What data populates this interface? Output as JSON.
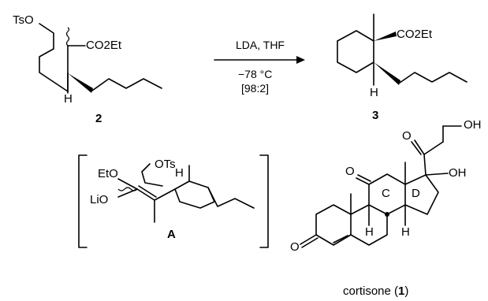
{
  "scheme": {
    "reagents": "LDA, THF",
    "temperature": "−78 °C",
    "selectivity": "[98:2]"
  },
  "compound_2": {
    "label": "2",
    "tso": "TsO",
    "ester": "CO2Et",
    "h": "H"
  },
  "compound_3": {
    "label": "3",
    "ester": "CO2Et",
    "h": "H"
  },
  "intermediate_a": {
    "label": "A",
    "eto": "EtO",
    "lio": "LiO",
    "ots": "OTs",
    "h": "H"
  },
  "cortisone": {
    "name": "cortisone (",
    "number": "1",
    "close": ")",
    "ring_c": "C",
    "ring_d": "D",
    "oh_top": "OH",
    "oh_side": "OH",
    "o_ketone_chain": "O",
    "o_ketone_11": "O",
    "o_ketone_3": "O",
    "h_9": "H",
    "h_14": "H"
  }
}
